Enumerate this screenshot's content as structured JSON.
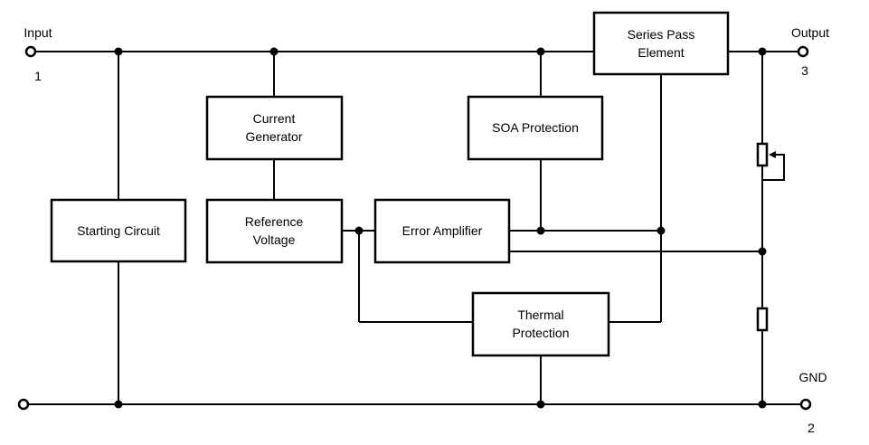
{
  "diagram": {
    "blocks": [
      {
        "id": "starting-circuit",
        "lines": [
          "Starting Circuit"
        ]
      },
      {
        "id": "current-generator",
        "lines": [
          "Current",
          "Generator"
        ]
      },
      {
        "id": "reference-voltage",
        "lines": [
          "Reference",
          "Voltage"
        ]
      },
      {
        "id": "error-amplifier",
        "lines": [
          "Error Amplifier"
        ]
      },
      {
        "id": "soa-protection",
        "lines": [
          "SOA Protection"
        ]
      },
      {
        "id": "thermal-protection",
        "lines": [
          "Thermal",
          "Protection"
        ]
      },
      {
        "id": "series-pass-element",
        "lines": [
          "Series Pass",
          "Element"
        ]
      }
    ],
    "terminals": [
      {
        "id": "input",
        "label": "Input",
        "pin": "1"
      },
      {
        "id": "output",
        "label": "Output",
        "pin": "3"
      },
      {
        "id": "ground",
        "label": "GND",
        "pin": "2"
      }
    ],
    "colors": {
      "line": "#000000",
      "background": "#ffffff"
    }
  }
}
